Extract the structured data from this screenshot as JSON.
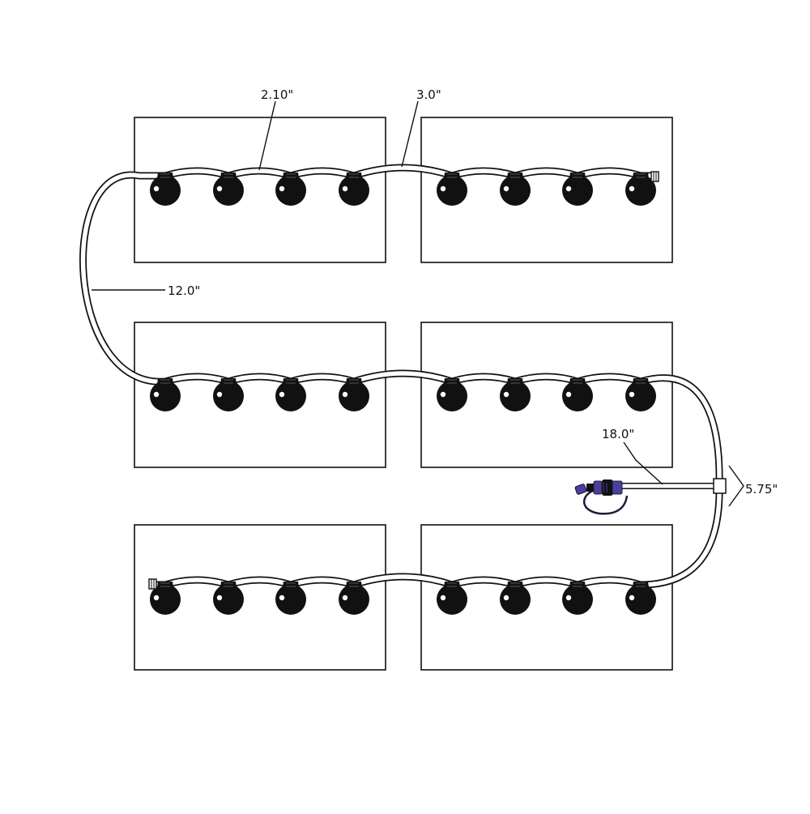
{
  "colors": {
    "line": "#111111",
    "cap": "#111111",
    "hole": "#ffffff",
    "tubing_fill": "#ffffff",
    "connector_accent": "#4b3f9e",
    "connector_dark": "#1e1b3a"
  },
  "diagram": {
    "grid": {
      "rows": 3,
      "columns": 2,
      "caps_per_panel": 4
    },
    "dimensions": {
      "cap_spacing": "2.10\"",
      "panel_gap": "3.0\"",
      "row_jump": "12.0\"",
      "feed_tube": "18.0\"",
      "tee_offset": "5.75\""
    },
    "icons": [
      "vent-cap-icon",
      "tubing-end-clip-icon",
      "quick-connect-fitting-icon",
      "tee-fitting-icon"
    ]
  }
}
